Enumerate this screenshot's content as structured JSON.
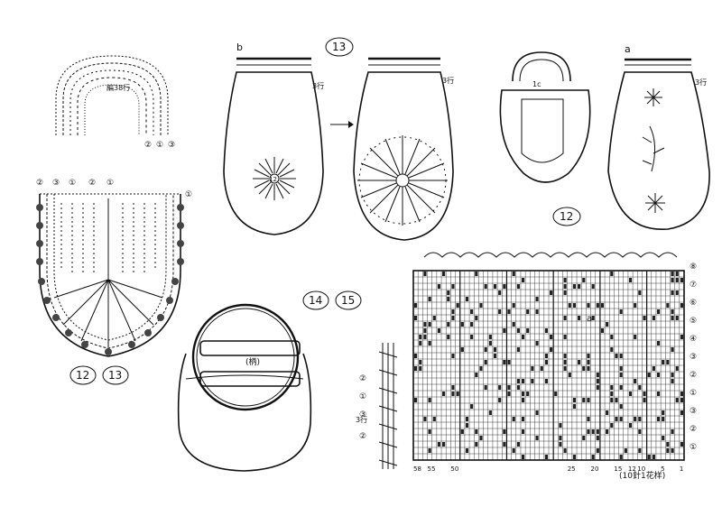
{
  "labels": {
    "strap_rows": "編38行",
    "bag_front_rows": "3行",
    "bag_b": "b",
    "bag_a": "a",
    "pattern_13_top": "13",
    "pattern_12_right": "12",
    "center_12": "12",
    "frame_1c": "1c",
    "pair_12": "12",
    "pair_13": "13",
    "pair_14": "14",
    "pair_15": "15",
    "handle_note": "(柄)",
    "cord_rows": "3行",
    "repeat_note": "(10針1花样)",
    "arrow_a": "a"
  },
  "chart": {
    "bottom_ticks": [
      "58",
      "55",
      "50",
      "25",
      "20",
      "15",
      "12",
      "10",
      "5",
      "1"
    ],
    "right_row_marks": [
      "⑧",
      "⑦",
      "⑥",
      "⑤",
      "④",
      "③",
      "②",
      "①",
      "③",
      "②",
      "①"
    ]
  },
  "strap_marks": [
    "②",
    "①",
    "③"
  ],
  "bag_side_marks": [
    "②",
    "③",
    "①",
    "②",
    "①",
    "①"
  ],
  "cord_marks": [
    "②",
    "①",
    "③",
    "②"
  ]
}
